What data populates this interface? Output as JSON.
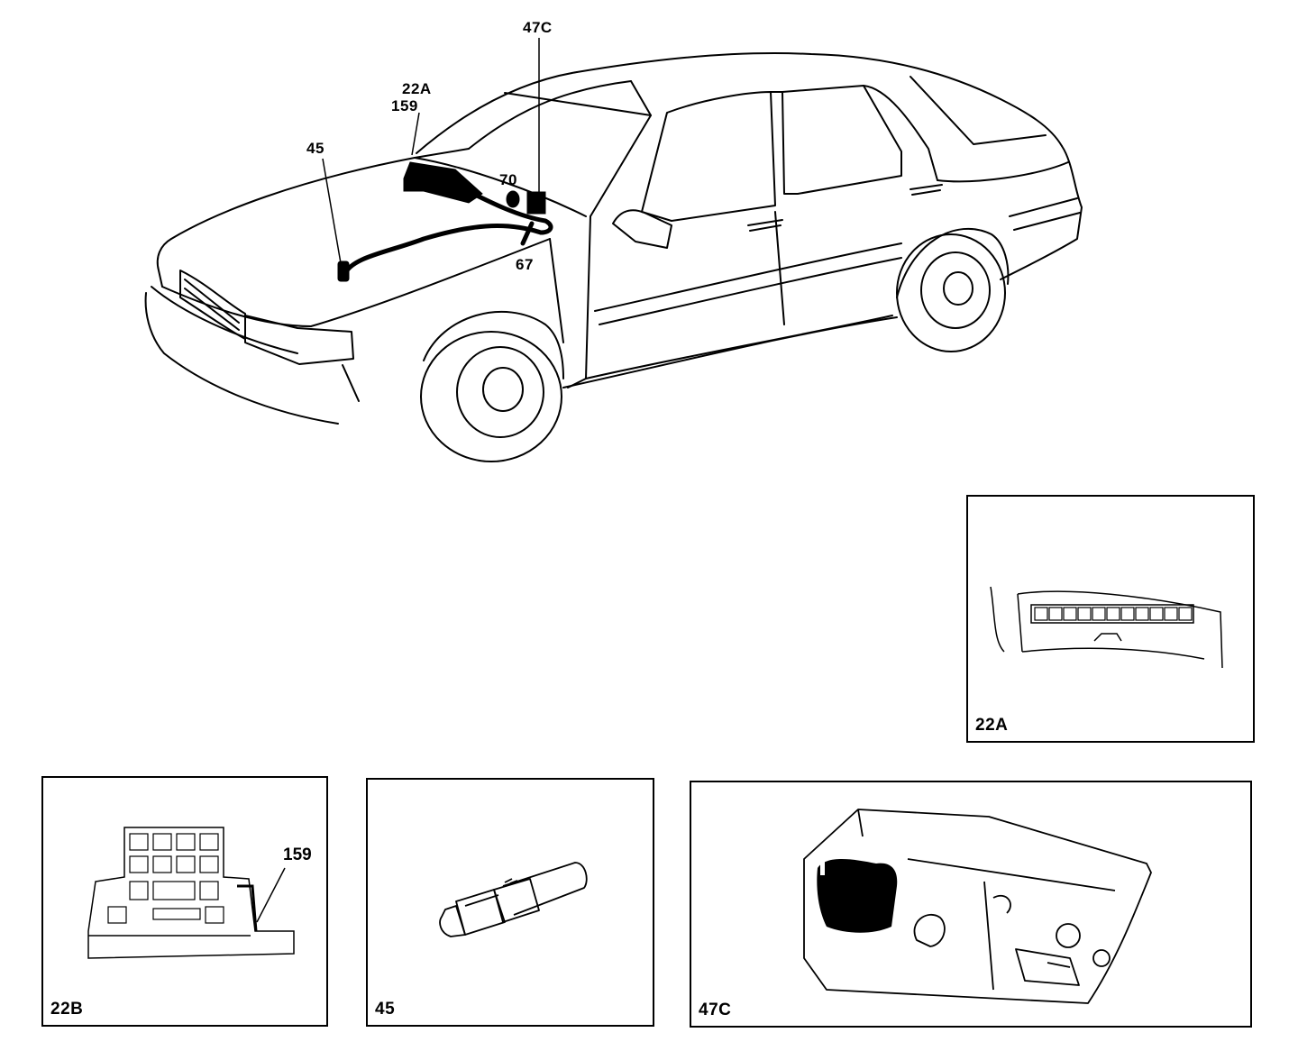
{
  "overview": {
    "callouts": {
      "c47c": "47C",
      "c22a": "22A",
      "c159": "159",
      "c45": "45",
      "c70": "70",
      "c67": "67"
    }
  },
  "panels": [
    {
      "label": "22A"
    },
    {
      "label": "22B",
      "callout": "159"
    },
    {
      "label": "45"
    },
    {
      "label": "47C"
    }
  ]
}
